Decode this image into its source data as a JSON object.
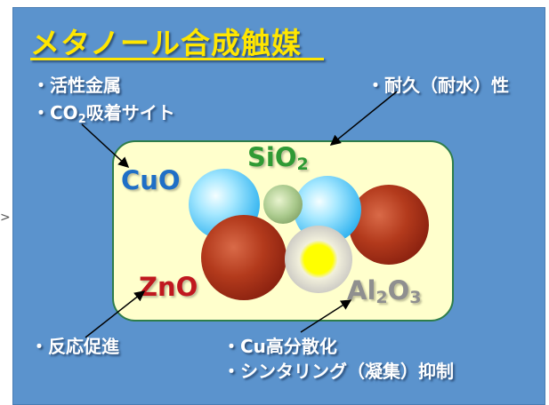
{
  "title": "メタノール合成触媒",
  "notes": {
    "metal_active": "・活性金属",
    "co2_site_prefix": "・CO",
    "co2_site_sub": "2",
    "co2_site_suffix": "吸着サイト",
    "durability": "・耐久（耐水）性",
    "reaction": "・反応促進",
    "cu_dispersion": "・Cu高分散化",
    "sintering": "・シンタリング（凝集）抑制"
  },
  "labels": {
    "cuo": "CuO",
    "sio2_main": "SiO",
    "sio2_sub": "2",
    "zno": "ZnO",
    "al2o3_a": "Al",
    "al2o3_sub1": "2",
    "al2o3_b": "O",
    "al2o3_sub2": "3"
  },
  "colors": {
    "background": "#5b93cd",
    "title": "#ffe600",
    "panel": "#ffffcc",
    "panel_border": "#2e7d4a",
    "cuo": "#1f6fc6",
    "sio2": "#2f9a35",
    "zno": "#c0181f",
    "al2o3": "#8f8f8f"
  },
  "edge_glyph": ">"
}
